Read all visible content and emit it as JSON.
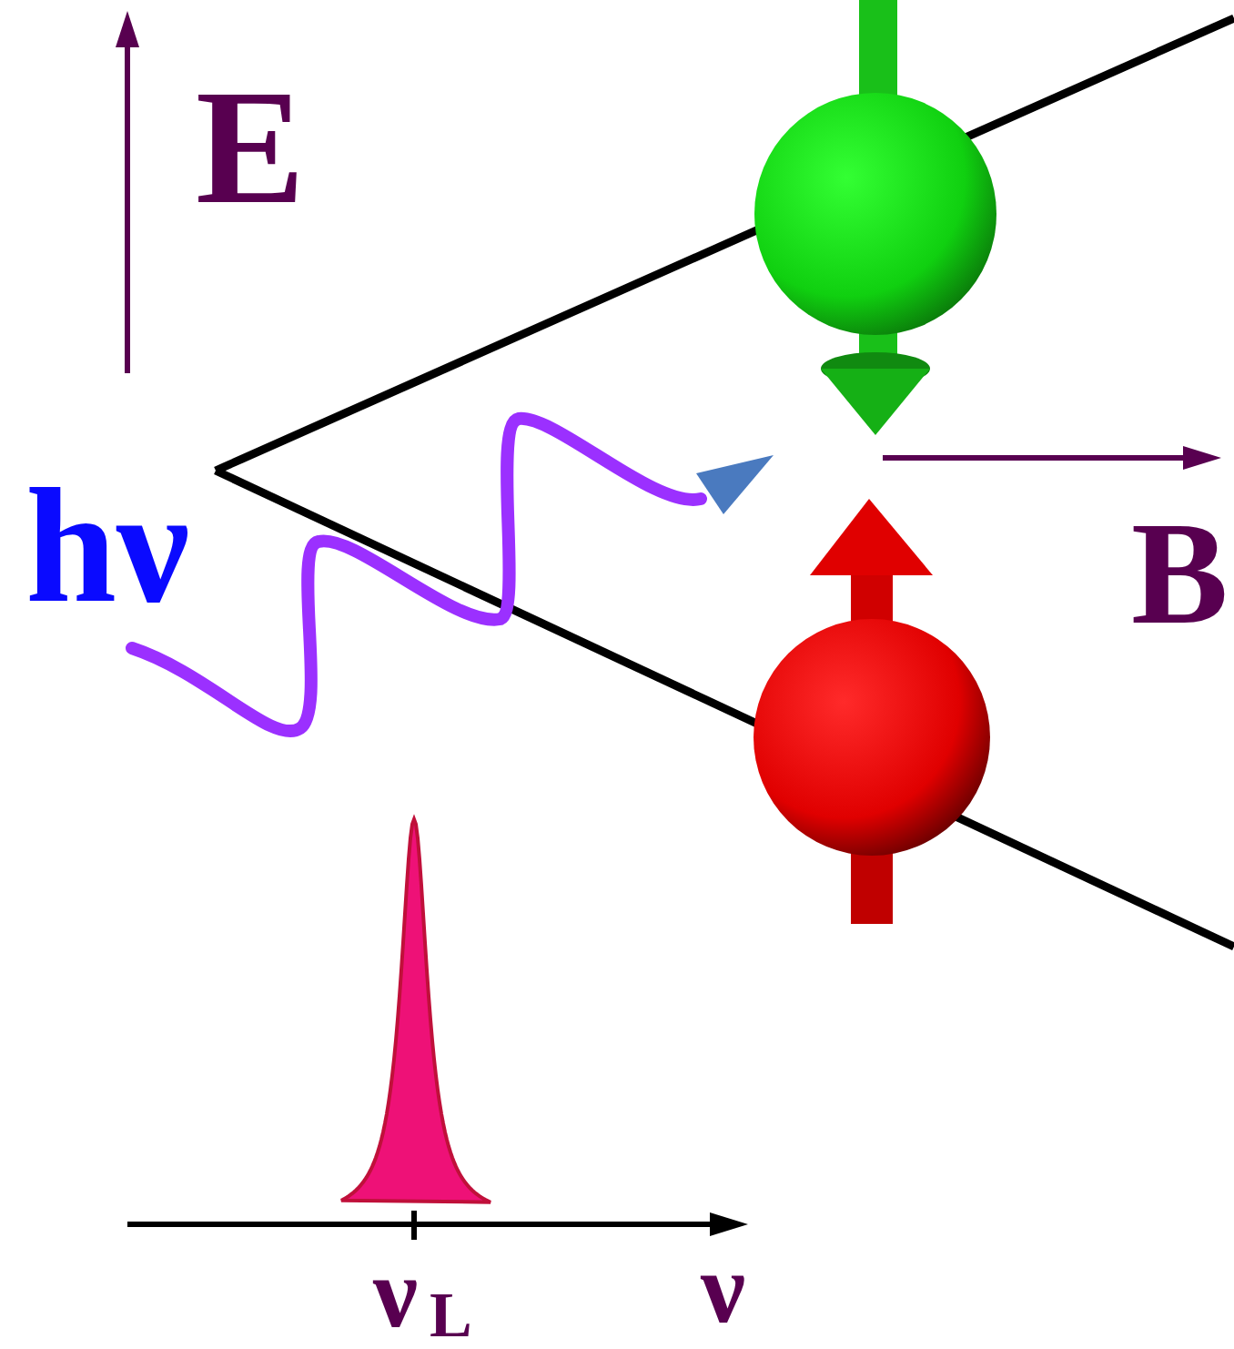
{
  "diagram": {
    "labels": [
      "E",
      "hν",
      "B",
      "ν",
      "L",
      "ν"
    ]
  }
}
